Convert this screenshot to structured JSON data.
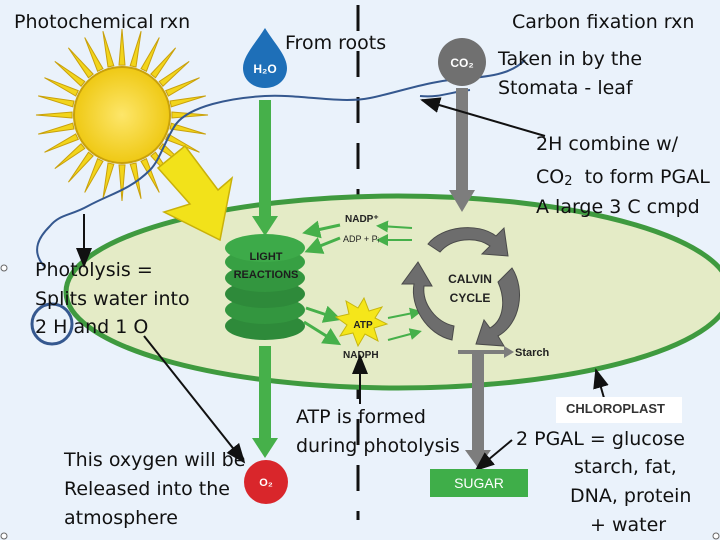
{
  "labels": {
    "photochemical": "Photochemical rxn",
    "from_roots": "From roots",
    "carbon_fixation": "Carbon fixation rxn",
    "stomata": [
      "Taken in by the",
      "Stomata - leaf"
    ],
    "pgal_combine": [
      "2H combine w/",
      "CO",
      "2",
      "  to form PGAL",
      "A large 3 C cmpd"
    ],
    "photolysis": [
      "Photolysis =",
      "Splits water into",
      "2 H and 1 O"
    ],
    "oxygen_release": [
      "This oxygen will be",
      "Released into the",
      "atmosphere"
    ],
    "atp_formed": [
      "ATP is formed",
      "during photolysis"
    ],
    "pgal_glucose": [
      "2 PGAL = glucose",
      "starch, fat,",
      "DNA, protein",
      "+ water"
    ]
  },
  "diagram": {
    "h2o": "H₂O",
    "co2": "CO₂",
    "o2": "O₂",
    "nadp": "NADP⁺",
    "adp": "ADP + Pᵢ",
    "atp": "ATP",
    "nadph": "NADPH",
    "light_reactions": [
      "LIGHT",
      "REACTIONS"
    ],
    "calvin_cycle": [
      "CALVIN",
      "CYCLE"
    ],
    "starch": "Starch",
    "chloroplast": "CHLOROPLAST",
    "sugar": "SUGAR"
  },
  "colors": {
    "background": "#eaf2fb",
    "chloroplast_fill": "#e4ebc6",
    "chloroplast_stroke": "#3f9a3f",
    "arrow_green": "#46b04a",
    "arrow_gray": "#7d7d7d",
    "sun": "#f2d51c",
    "water_drop": "#1e6fb8",
    "oxygen": "#d9262b",
    "atp_star": "#f5e61a",
    "root_line": "#35588f"
  }
}
